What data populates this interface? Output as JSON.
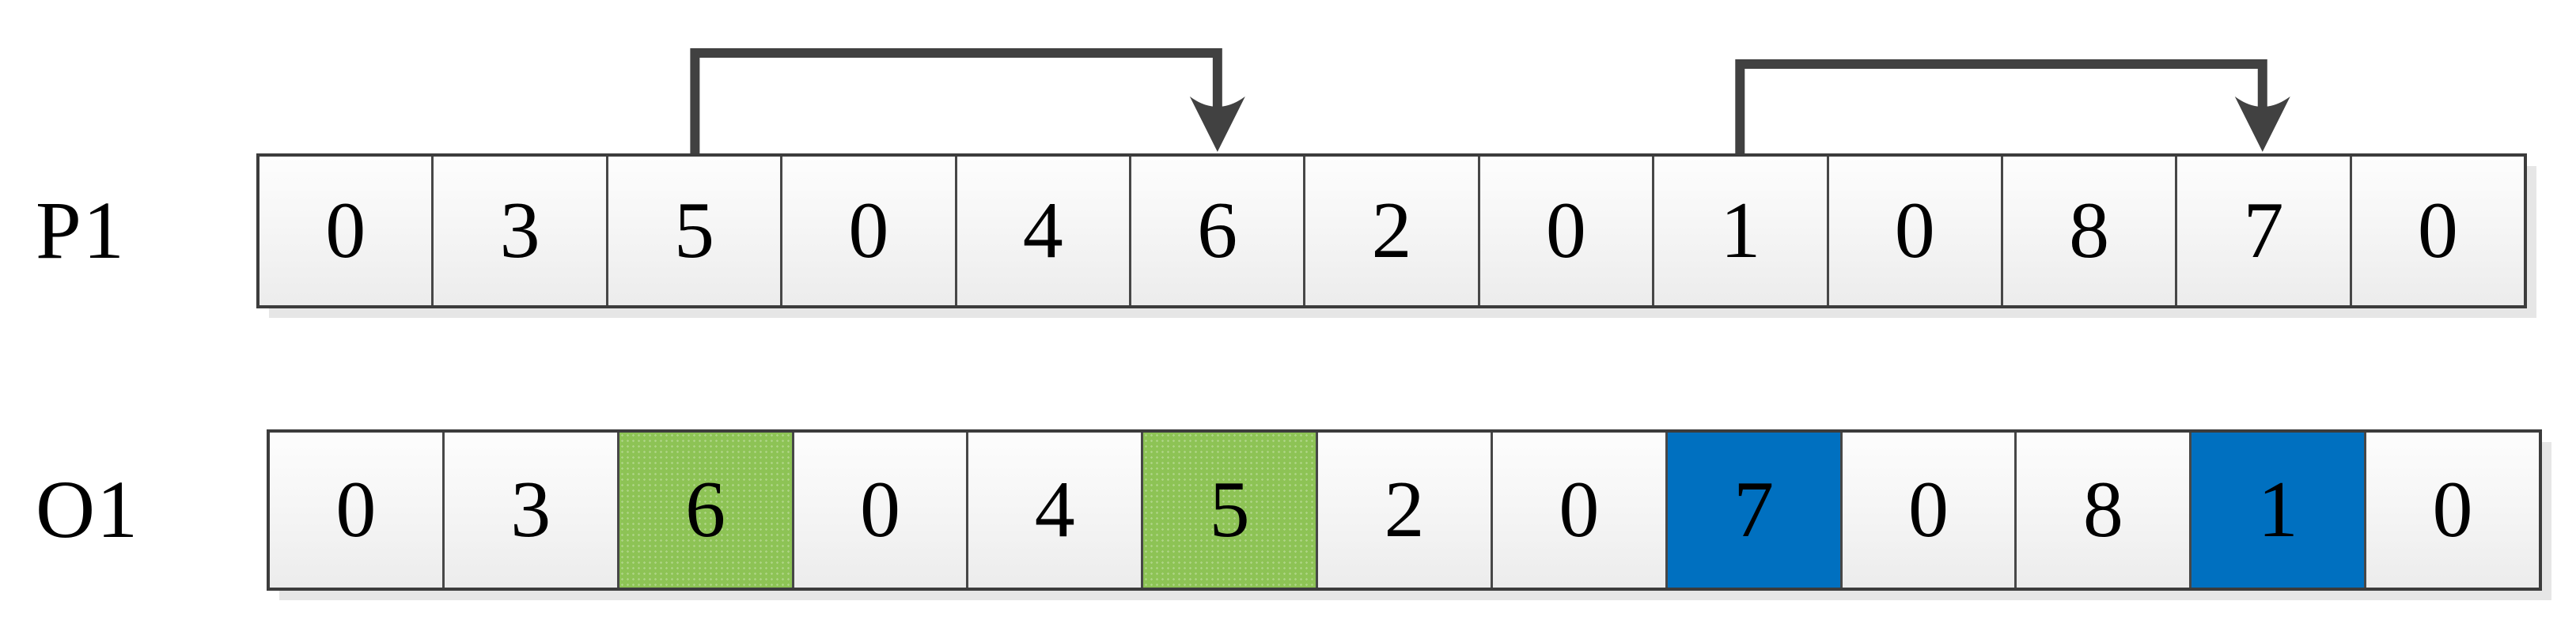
{
  "figure": {
    "rows": [
      {
        "label": "P1",
        "cells": [
          {
            "value": "0",
            "highlight": "none"
          },
          {
            "value": "3",
            "highlight": "none"
          },
          {
            "value": "5",
            "highlight": "none"
          },
          {
            "value": "0",
            "highlight": "none"
          },
          {
            "value": "4",
            "highlight": "none"
          },
          {
            "value": "6",
            "highlight": "none"
          },
          {
            "value": "2",
            "highlight": "none"
          },
          {
            "value": "0",
            "highlight": "none"
          },
          {
            "value": "1",
            "highlight": "none"
          },
          {
            "value": "0",
            "highlight": "none"
          },
          {
            "value": "8",
            "highlight": "none"
          },
          {
            "value": "7",
            "highlight": "none"
          },
          {
            "value": "0",
            "highlight": "none"
          }
        ]
      },
      {
        "label": "O1",
        "cells": [
          {
            "value": "0",
            "highlight": "none"
          },
          {
            "value": "3",
            "highlight": "none"
          },
          {
            "value": "6",
            "highlight": "green"
          },
          {
            "value": "0",
            "highlight": "none"
          },
          {
            "value": "4",
            "highlight": "none"
          },
          {
            "value": "5",
            "highlight": "green"
          },
          {
            "value": "2",
            "highlight": "none"
          },
          {
            "value": "0",
            "highlight": "none"
          },
          {
            "value": "7",
            "highlight": "blue"
          },
          {
            "value": "0",
            "highlight": "none"
          },
          {
            "value": "8",
            "highlight": "none"
          },
          {
            "value": "1",
            "highlight": "blue"
          },
          {
            "value": "0",
            "highlight": "none"
          }
        ]
      }
    ],
    "arrows": [
      {
        "name": "swap-arrow-left",
        "from_index": 2,
        "to_index": 5
      },
      {
        "name": "swap-arrow-right",
        "from_index": 8,
        "to_index": 11
      }
    ],
    "colors": {
      "highlight_green": "#8DC355",
      "highlight_blue": "#0070C0",
      "arrow": "#414141",
      "outer_border": "#3C3C3C",
      "separator": "#474747",
      "shadow": "#E6E6E6",
      "text": "#000000"
    }
  }
}
